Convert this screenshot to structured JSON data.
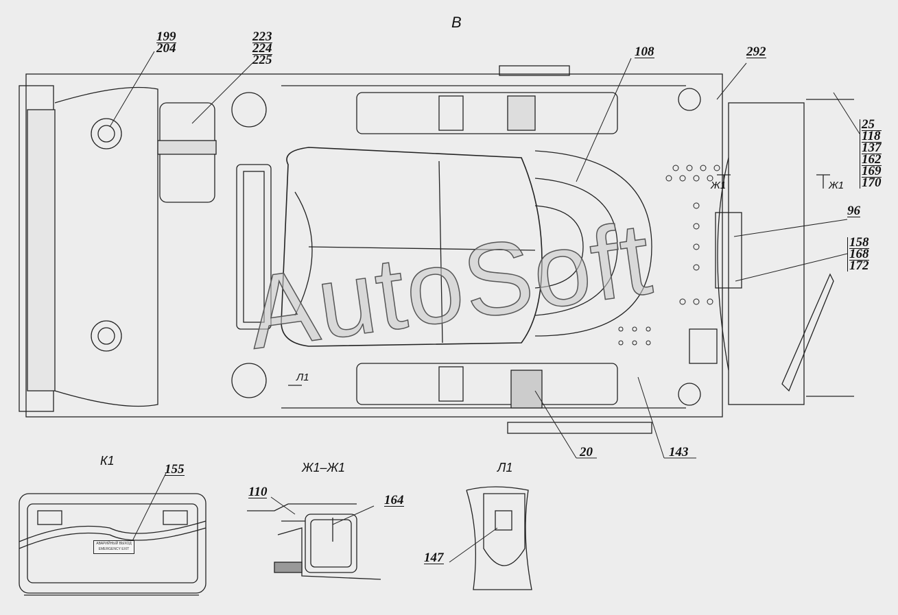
{
  "view_title": "В",
  "watermark": "AutoSoft",
  "callouts": {
    "c199": [
      "199",
      "204"
    ],
    "c223": [
      "223",
      "224",
      "225"
    ],
    "c108": "108",
    "c292": "292",
    "c25": [
      "25",
      "118",
      "137",
      "162",
      "169",
      "170"
    ],
    "c96": "96",
    "c158": [
      "158",
      "168",
      "172"
    ],
    "c20": "20",
    "c143": "143",
    "c155": "155",
    "c110": "110",
    "c164": "164",
    "c147": "147"
  },
  "section_marks": {
    "zh1": "Ж1",
    "l1": "Л1"
  },
  "detail_titles": {
    "k1": "К1",
    "zh1_zh1": "Ж1–Ж1",
    "l1": "Л1"
  },
  "emergency_sign": {
    "line1": "АВАРИЙНЫЙ ВЫХОД",
    "line2": "EMERGENCY EXIT"
  }
}
